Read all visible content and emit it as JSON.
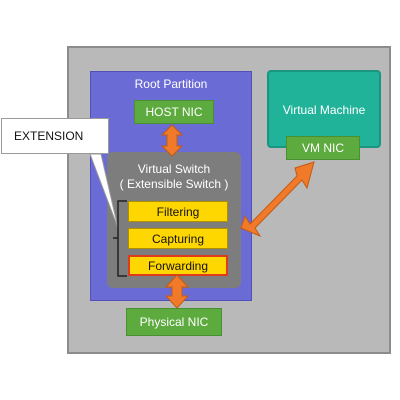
{
  "diagram": {
    "root_partition": {
      "label": "Root Partition",
      "host_nic": "HOST NIC"
    },
    "virtual_switch": {
      "line1": "Virtual Switch",
      "line2": "( Extensible Switch )",
      "filtering": "Filtering",
      "capturing": "Capturing",
      "forwarding": "Forwarding"
    },
    "virtual_machine": {
      "label": "Virtual Machine",
      "vm_nic": "VM NIC"
    },
    "physical_nic": "Physical NIC",
    "extension_callout": "EXTENSION",
    "colors": {
      "outer": "#b9b9b9",
      "root_partition": "#6b6bd6",
      "nic": "#5daa3f",
      "switch": "#7d7d7d",
      "module": "#ffd700",
      "vm": "#20b39a",
      "arrow": "#f07a2a"
    }
  }
}
